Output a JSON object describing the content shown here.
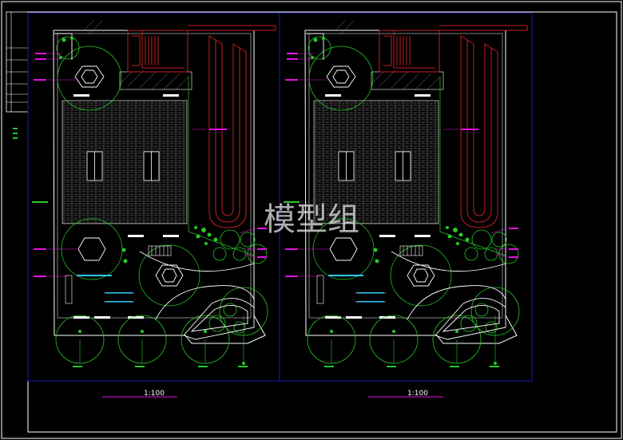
{
  "colors": {
    "background": "#000000",
    "frame": "#ffffff",
    "viewport": "#1c1cb4",
    "stair": "#c81e1e",
    "green": "#28c828",
    "annotation": "#e60fe6",
    "text_yellow": "#ffff00",
    "hatch": "#808080"
  },
  "watermark": "模型组",
  "left_plan": {
    "title": "",
    "scale": "1:100"
  },
  "right_plan": {
    "title": "",
    "scale": "1:100"
  },
  "title_block": {
    "note": "",
    "rows": 9
  }
}
